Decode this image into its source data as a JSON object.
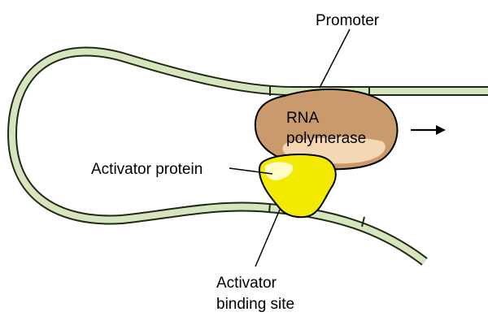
{
  "labels": {
    "promoter": "Promoter",
    "rna_line1": "RNA",
    "rna_line2": "polymerase",
    "activator_protein": "Activator protein",
    "binding_site_line1": "Activator",
    "binding_site_line2": "binding site"
  },
  "colors": {
    "dna_fill": "#d6e4bf",
    "dna_outline": "#1e2a12",
    "polymerase": "#c89a6c",
    "polymerase_highlight": "#f4d8b4",
    "activator": "#f2ea00",
    "activator_highlight": "#fffcc8",
    "line": "#000000"
  }
}
